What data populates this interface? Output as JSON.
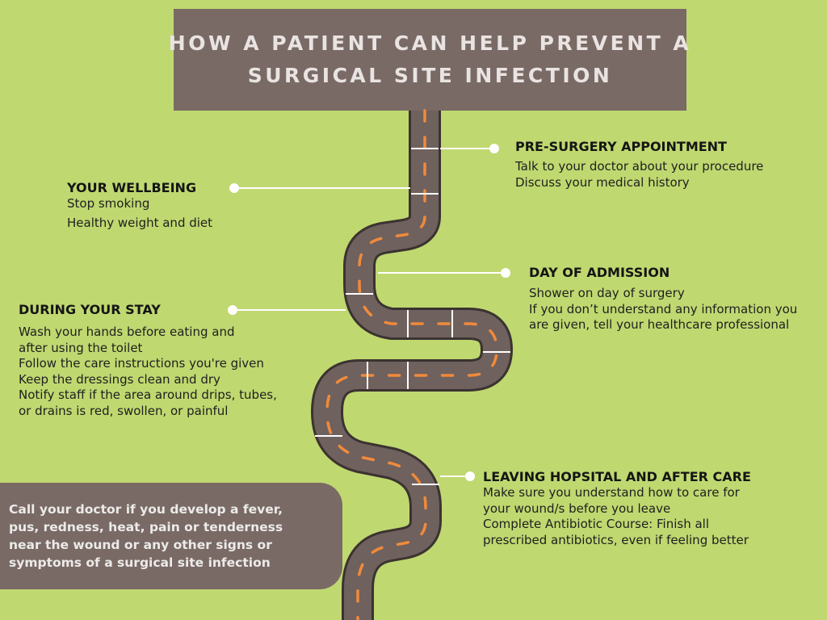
{
  "title": {
    "line1": "HOW A PATIENT CAN HELP PREVENT A",
    "line2": "SURGICAL SITE INFECTION"
  },
  "steps": {
    "pre_surgery": {
      "heading": "PRE-SURGERY APPOINTMENT",
      "lines": [
        "Talk to your doctor about your procedure",
        "Discuss your medical history"
      ]
    },
    "wellbeing": {
      "heading": "YOUR WELLBEING",
      "lines": [
        "Stop smoking",
        "Healthy weight and diet"
      ]
    },
    "admission": {
      "heading": "DAY OF ADMISSION",
      "lines": [
        "Shower on day of surgery",
        "If you don’t understand any information you",
        "are given, tell your healthcare professional"
      ]
    },
    "during_stay": {
      "heading": "DURING YOUR STAY",
      "lines": [
        "Wash your hands before eating and",
        "after using the toilet",
        "Follow the care instructions you're given",
        "Keep the dressings clean and dry",
        "Notify staff if the area around drips, tubes,",
        "or drains is red, swollen, or painful"
      ]
    },
    "leaving": {
      "heading": "LEAVING HOPSITAL AND AFTER CARE",
      "lines": [
        "Make sure you understand how to care for",
        "your wound/s before you leave",
        "Complete Antibiotic Course: Finish all",
        "prescribed antibiotics, even if feeling better"
      ]
    }
  },
  "callout": {
    "lines": [
      "Call your doctor if you develop a fever,",
      "pus, redness, heat, pain or tenderness",
      "near the wound or any other signs or",
      "symptoms of a surgical site infection"
    ]
  },
  "colors": {
    "background": "#bfd870",
    "panel": "#7a6a66",
    "road": "#6f615d",
    "road_edge": "#3b3331",
    "dash": "#f08a3c",
    "connector": "#ffffff"
  }
}
